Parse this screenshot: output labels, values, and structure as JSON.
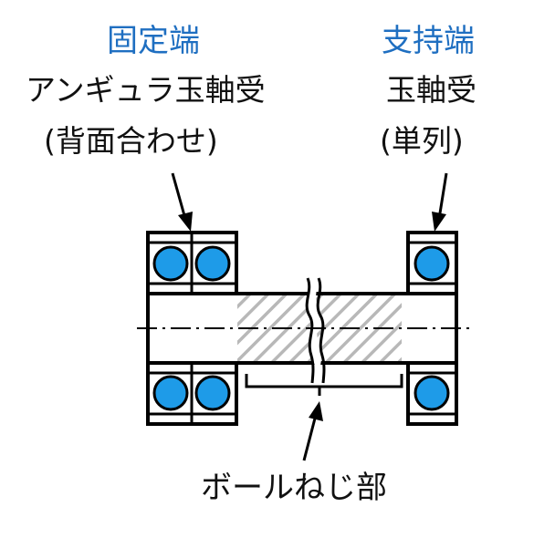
{
  "fixed_end": {
    "title": "固定端",
    "line1": "アンギュラ玉軸受",
    "line2": "(背面合わせ)"
  },
  "support_end": {
    "title": "支持端",
    "line1": "玉軸受",
    "line2": "(単列)"
  },
  "screw_label": "ボールねじ部",
  "colors": {
    "title": "#1f6fc1",
    "ball": "#1e9be8",
    "outline": "#000000",
    "hatch": "#b8b8b8"
  }
}
